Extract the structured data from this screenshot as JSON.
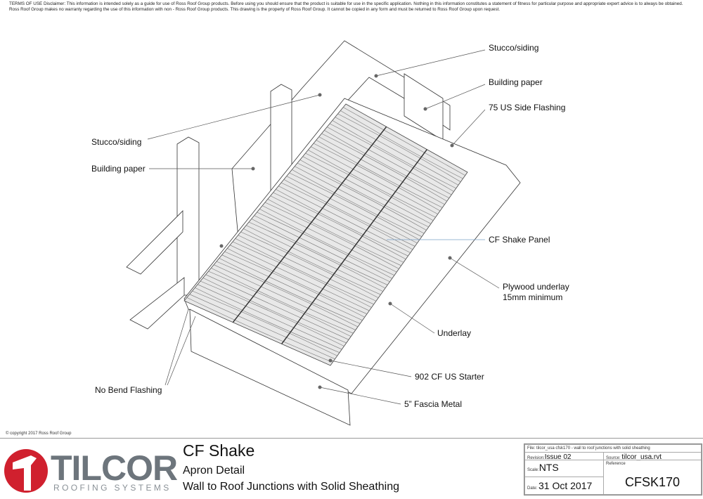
{
  "disclaimer": {
    "line1": "TERMS OF USE Disclaimer: This information is intended solely as a guide for use of Ross Roof Group products. Before using you should ensure that the product is suitable for use in the specific application. Nothing in this information constitutes a statement of fitness for particular purpose and appropriate expert advice is to always be obtained.",
    "line2": "Ross Roof Group makes no warranty regarding the use of this information with non - Ross Roof Group products. This drawing is the property of Ross Roof Group. It cannot be copied in any form and must be returned to Ross Roof Group upon request."
  },
  "labels": {
    "stucco_right": "Stucco/siding",
    "paper_right": "Building paper",
    "side_flashing": "75 US Side Flashing",
    "stucco_left": "Stucco/siding",
    "paper_left": "Building paper",
    "shake_panel": "CF Shake Panel",
    "plywood_1": "Plywood underlay",
    "plywood_2": "15mm minimum",
    "underlay": "Underlay",
    "starter": "902 CF US Starter",
    "fascia": "5” Fascia Metal",
    "no_bend": "No Bend Flashing"
  },
  "copyright": "© copyright 2017 Ross Roof Group",
  "logo": {
    "name": "TILCOR",
    "tagline": "ROOFING SYSTEMS",
    "red": "#d0202e",
    "grey": "#6d757c"
  },
  "title": {
    "product": "CF Shake",
    "detail": "Apron Detail",
    "description": "Wall to Roof Junctions with Solid Sheathing"
  },
  "title_block": {
    "file_label": "File:",
    "file": "tilcor_usa cfsk170 - wall to roof junctions with solid sheathing",
    "revision_label": "Revision:",
    "revision": "Issue 02",
    "source_label": "Source:",
    "source": "tilcor_usa.rvt",
    "scale_label": "Scale:",
    "scale": "NTS",
    "reference_label": "Reference",
    "reference": "CFSK170",
    "date_label": "Date:",
    "date": "31 Oct 2017"
  }
}
